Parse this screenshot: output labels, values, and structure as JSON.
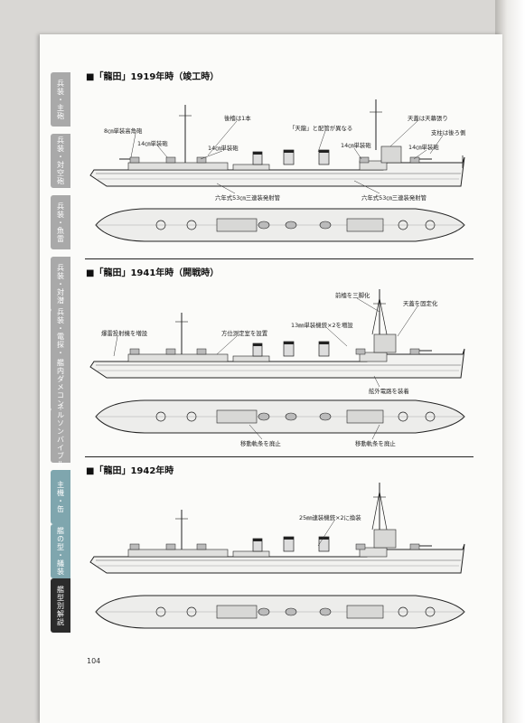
{
  "page_number": "104",
  "tabs": [
    "兵装・主砲",
    "兵装・対空砲",
    "兵装・魚雷",
    "兵装・対潜",
    "兵装・電探・艦",
    "艦内ダメコン",
    "ネルソンバイブル",
    "主機・缶",
    "艦の型・艤装",
    "艦型別解説"
  ],
  "sections": [
    {
      "title": "■「龍田」1919年時（竣工時）",
      "annotations": [
        "後檣は1本",
        "8㎝単装高角砲",
        "14㎝単装砲",
        "14㎝単装砲",
        "「天龍」と配管が異なる",
        "14㎝単装砲",
        "天蓋は天幕張り",
        "支柱は後ろ側",
        "14㎝単装砲",
        "六年式53㎝三連装発射管",
        "六年式53㎝三連装発射管"
      ]
    },
    {
      "title": "■「龍田」1941年時（開戦時）",
      "annotations": [
        "前檣を三脚化",
        "天蓋を固定化",
        "13㎜単装機銃×2を増設",
        "爆雷投射機を増設",
        "方位測定室を設置",
        "舷外電路を装着",
        "移動軌条を廃止",
        "移動軌条を廃止"
      ]
    },
    {
      "title": "■「龍田」1942年時",
      "annotations": [
        "25㎜連装機銃×2に換装"
      ]
    }
  ]
}
